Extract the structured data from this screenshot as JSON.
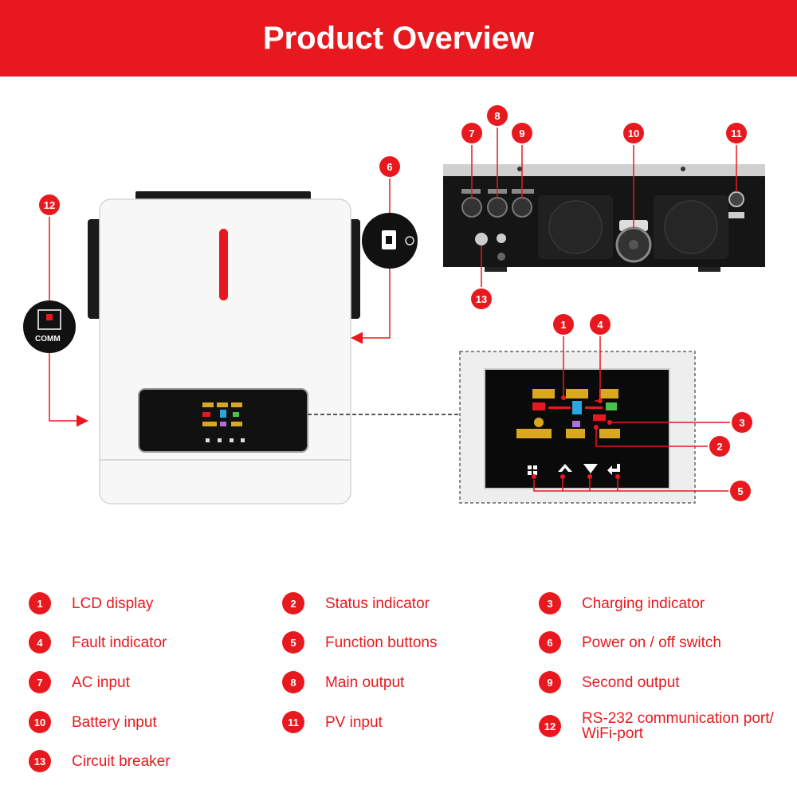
{
  "header": {
    "title": "Product Overview"
  },
  "inset": {
    "comm_label": "COMM"
  },
  "legend": [
    {
      "num": "1",
      "label": "LCD display"
    },
    {
      "num": "2",
      "label": "Status indicator"
    },
    {
      "num": "3",
      "label": "Charging indicator"
    },
    {
      "num": "4",
      "label": "Fault indicator"
    },
    {
      "num": "5",
      "label": "Function buttons"
    },
    {
      "num": "6",
      "label": "Power on / off switch"
    },
    {
      "num": "7",
      "label": "AC input"
    },
    {
      "num": "8",
      "label": "Main output"
    },
    {
      "num": "9",
      "label": "Second output"
    },
    {
      "num": "10",
      "label": "Battery input"
    },
    {
      "num": "11",
      "label": "PV input"
    },
    {
      "num": "12",
      "label": "RS-232 communication port/ WiFi-port"
    },
    {
      "num": "13",
      "label": "Circuit breaker"
    }
  ],
  "colors": {
    "accent": "#e8191e",
    "dark": "#111111"
  }
}
